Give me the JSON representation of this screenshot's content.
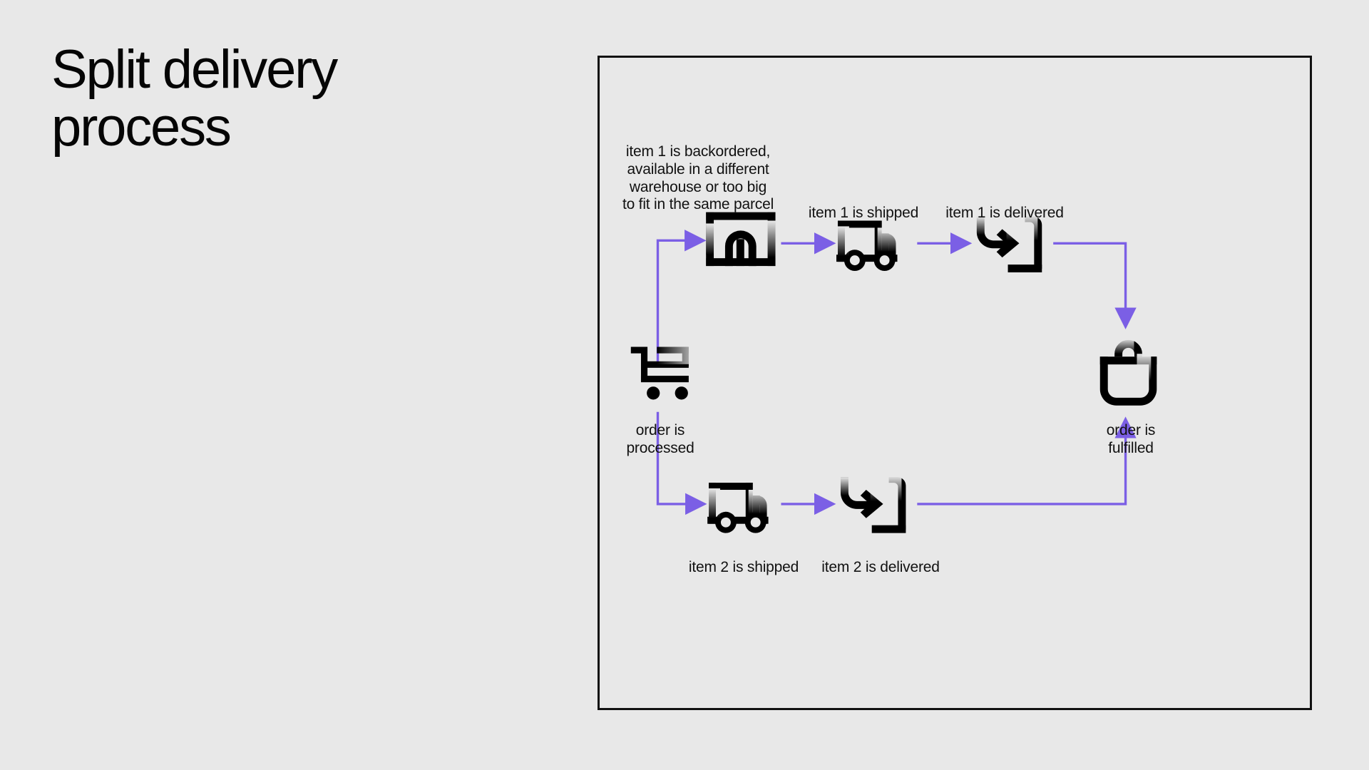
{
  "page": {
    "background_color": "#e8e8e8",
    "text_color": "#111111",
    "accent_color": "#7B5FE5",
    "border_color": "#111111"
  },
  "title": {
    "line1": "Split delivery",
    "line2": "process"
  },
  "diagram": {
    "title": "Split delivery process flow",
    "nodes": [
      {
        "id": "order-processed",
        "icon": "shopping-cart-icon",
        "label": "order is\nprocessed",
        "label_position": "below"
      },
      {
        "id": "backordered-warehouse",
        "icon": "warehouse-icon",
        "label": "item 1 is backordered,\navailable in a different\nwarehouse or too big\nto fit in the same parcel",
        "label_position": "above"
      },
      {
        "id": "item1-shipped",
        "icon": "delivery-truck-icon",
        "label": "item 1 is shipped",
        "label_position": "above"
      },
      {
        "id": "item1-delivered",
        "icon": "delivered-arrow-icon",
        "label": "item 1 is delivered",
        "label_position": "above"
      },
      {
        "id": "item2-shipped",
        "icon": "delivery-truck-icon",
        "label": "item 2 is shipped",
        "label_position": "below"
      },
      {
        "id": "item2-delivered",
        "icon": "delivered-arrow-icon",
        "label": "item 2 is delivered",
        "label_position": "below"
      },
      {
        "id": "order-fulfilled",
        "icon": "shopping-bag-icon",
        "label": "order is\nfulfilled",
        "label_position": "below"
      }
    ],
    "connectors": [
      {
        "id": "cart-to-warehouse",
        "from": "order-processed",
        "to": "backordered-warehouse",
        "style": "elbow-up-right"
      },
      {
        "id": "warehouse-to-truck1",
        "from": "backordered-warehouse",
        "to": "item1-shipped",
        "style": "straight-right"
      },
      {
        "id": "truck1-to-delivered1",
        "from": "item1-shipped",
        "to": "item1-delivered",
        "style": "straight-right"
      },
      {
        "id": "delivered1-to-bag",
        "from": "item1-delivered",
        "to": "order-fulfilled",
        "style": "elbow-right-down"
      },
      {
        "id": "cart-to-truck2",
        "from": "order-processed",
        "to": "item2-shipped",
        "style": "elbow-down-right"
      },
      {
        "id": "truck2-to-delivered2",
        "from": "item2-shipped",
        "to": "item2-delivered",
        "style": "straight-right"
      },
      {
        "id": "delivered2-to-bag",
        "from": "item2-delivered",
        "to": "order-fulfilled",
        "style": "elbow-right-up"
      }
    ]
  }
}
